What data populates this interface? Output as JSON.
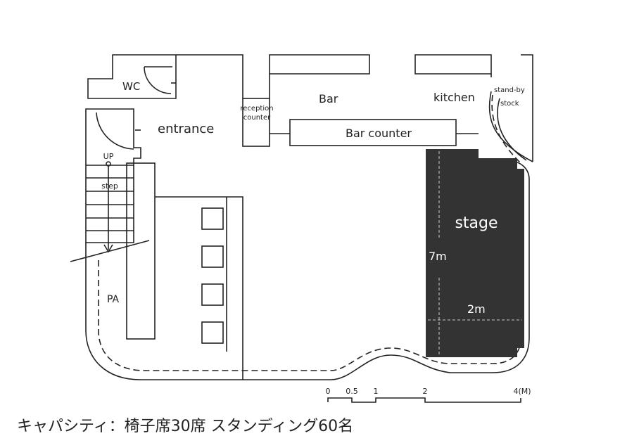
{
  "rooms": {
    "wc": "WC",
    "entrance": "entrance",
    "reception": [
      "reception",
      "counter"
    ],
    "bar": "Bar",
    "bar_counter": "Bar counter",
    "kitchen": "kitchen",
    "standby": "stand-by",
    "stock": "stock",
    "stairs_up": "UP",
    "step": "step",
    "pa": "PA",
    "stage": "stage",
    "stage_depth": "7m",
    "stage_width": "2m"
  },
  "scale": {
    "ticks": [
      0,
      0.5,
      1,
      2,
      4
    ],
    "tick_labels": [
      "0",
      "0.5",
      "1",
      "2",
      "4(M)"
    ]
  },
  "seats": {
    "count": 4
  },
  "colors": {
    "stage": "#333333",
    "wall": "#222222",
    "background": "#ffffff"
  },
  "caption": "キャパシティ：椅子席30席 スタンディング60名"
}
